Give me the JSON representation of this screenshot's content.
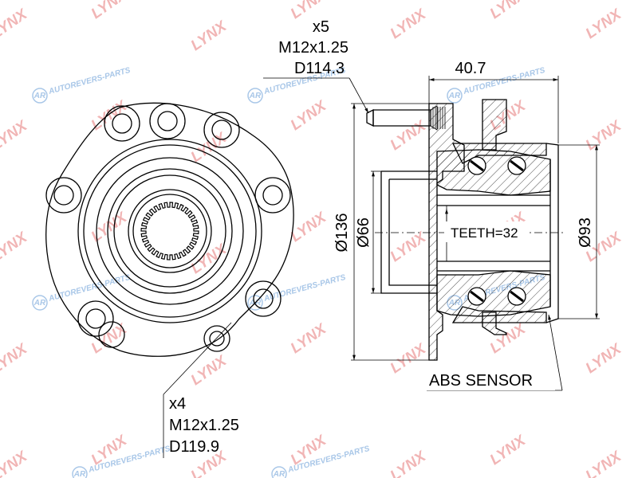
{
  "studs_front": {
    "count": "x5",
    "thread": "M12x1.25",
    "pcd": "D114.3"
  },
  "studs_rear": {
    "count": "x4",
    "thread": "M12x1.25",
    "pcd": "D119.9"
  },
  "dimensions": {
    "width": "40.7",
    "flange_diameter": "Ø136",
    "bore_diameter": "Ø66",
    "bearing_diameter": "Ø93"
  },
  "teeth_label": "TEETH=32",
  "abs_label": "ABS SENSOR",
  "watermark": {
    "brand": "LYNX",
    "site": "AUTOREVERS-PARTS",
    "badge": "AR"
  },
  "colors": {
    "watermark_red": "#f1b5b5",
    "watermark_blue": "#a9c7e8",
    "line": "#000000"
  }
}
